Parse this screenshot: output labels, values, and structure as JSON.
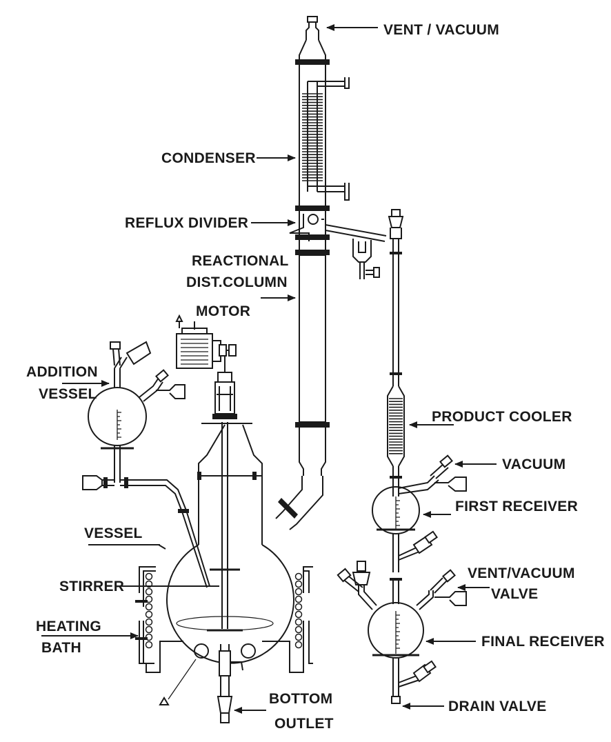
{
  "labels": {
    "vent_vacuum": "VENT / VACUUM",
    "condenser": "CONDENSER",
    "reflux_divider": "REFLUX DIVIDER",
    "reactional_line1": "REACTIONAL",
    "reactional_line2": "DIST.COLUMN",
    "motor": "MOTOR",
    "addition_line1": "ADDITION",
    "addition_line2": "VESSEL",
    "product_cooler": "PRODUCT COOLER",
    "vacuum": "VACUUM",
    "first_receiver": "FIRST RECEIVER",
    "vessel": "VESSEL",
    "stirrer": "STIRRER",
    "vent_valve_line1": "VENT/VACUUM",
    "vent_valve_line2": "VALVE",
    "heating_line1": "HEATING",
    "heating_line2": "BATH",
    "final_receiver": "FINAL RECEIVER",
    "bottom_line1": "BOTTOM",
    "bottom_line2": "OUTLET",
    "drain_valve": "DRAIN VALVE"
  },
  "colors": {
    "ink": "#1a1a1a",
    "background": "#ffffff"
  }
}
